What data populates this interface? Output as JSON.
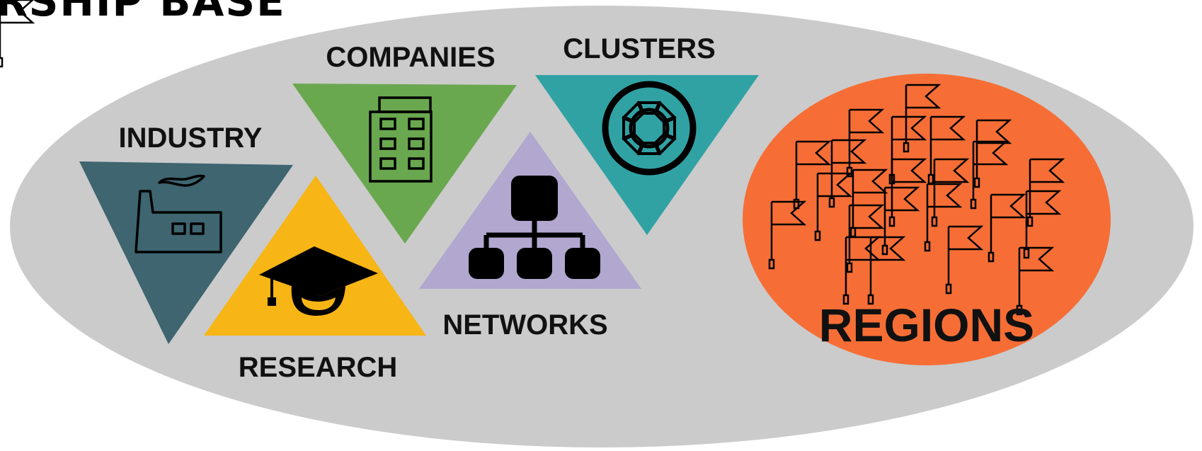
{
  "header": {
    "title": "RSHIP BASE"
  },
  "labels": {
    "industry": "INDUSTRY",
    "companies": "COMPANIES",
    "clusters": "CLUSTERS",
    "research": "RESEARCH",
    "networks": "NETWORKS",
    "regions": "REGIONS"
  },
  "colors": {
    "background_ellipse": "#cbcbcb",
    "industry": "#3e6570",
    "companies": "#6aa84f",
    "clusters": "#31a2a4",
    "research": "#f7b516",
    "networks": "#b1a7cf",
    "regions": "#f66e36"
  },
  "icons": {
    "industry": "factory-icon",
    "companies": "office-building-icon",
    "clusters": "cluster-ring-icon",
    "research": "graduation-cap-icon",
    "networks": "network-hierarchy-icon",
    "regions": "flags-icon"
  }
}
